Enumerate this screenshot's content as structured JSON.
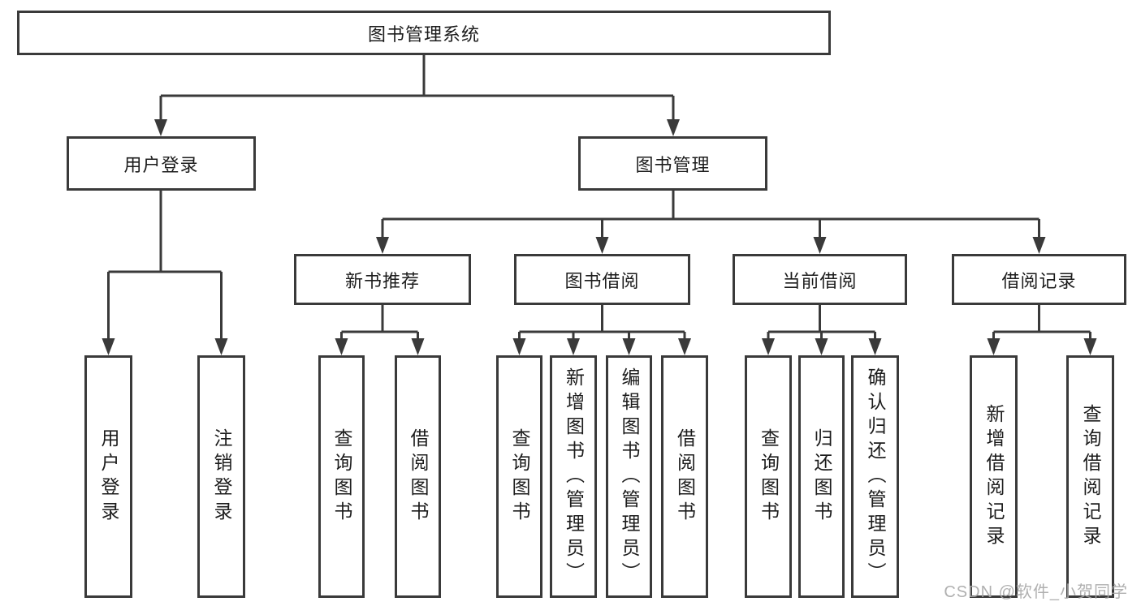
{
  "diagram": {
    "type": "hierarchy-diagram",
    "tree": {
      "label": "图书管理系统",
      "children": [
        {
          "label": "用户登录",
          "children": [
            {
              "label": "用户登录"
            },
            {
              "label": "注销登录"
            }
          ]
        },
        {
          "label": "图书管理",
          "children": [
            {
              "label": "新书推荐",
              "children": [
                {
                  "label": "查询图书"
                },
                {
                  "label": "借阅图书"
                }
              ]
            },
            {
              "label": "图书借阅",
              "children": [
                {
                  "label": "查询图书"
                },
                {
                  "label": "新增图书（管理员）"
                },
                {
                  "label": "编辑图书（管理员）"
                },
                {
                  "label": "借阅图书"
                }
              ]
            },
            {
              "label": "当前借阅",
              "children": [
                {
                  "label": "查询图书"
                },
                {
                  "label": "归还图书"
                },
                {
                  "label": "确认归还（管理员）"
                }
              ]
            },
            {
              "label": "借阅记录",
              "children": [
                {
                  "label": "新增借阅记录"
                },
                {
                  "label": "查询借阅记录"
                }
              ]
            }
          ]
        }
      ]
    },
    "colors": {
      "line": "#3a3a3a",
      "box_border": "#3a3a3a",
      "text": "#1c1c1c",
      "background": "#ffffff",
      "watermark": "#a8a8a8"
    }
  },
  "watermark": {
    "text": "CSDN @软件_小贺同学"
  }
}
